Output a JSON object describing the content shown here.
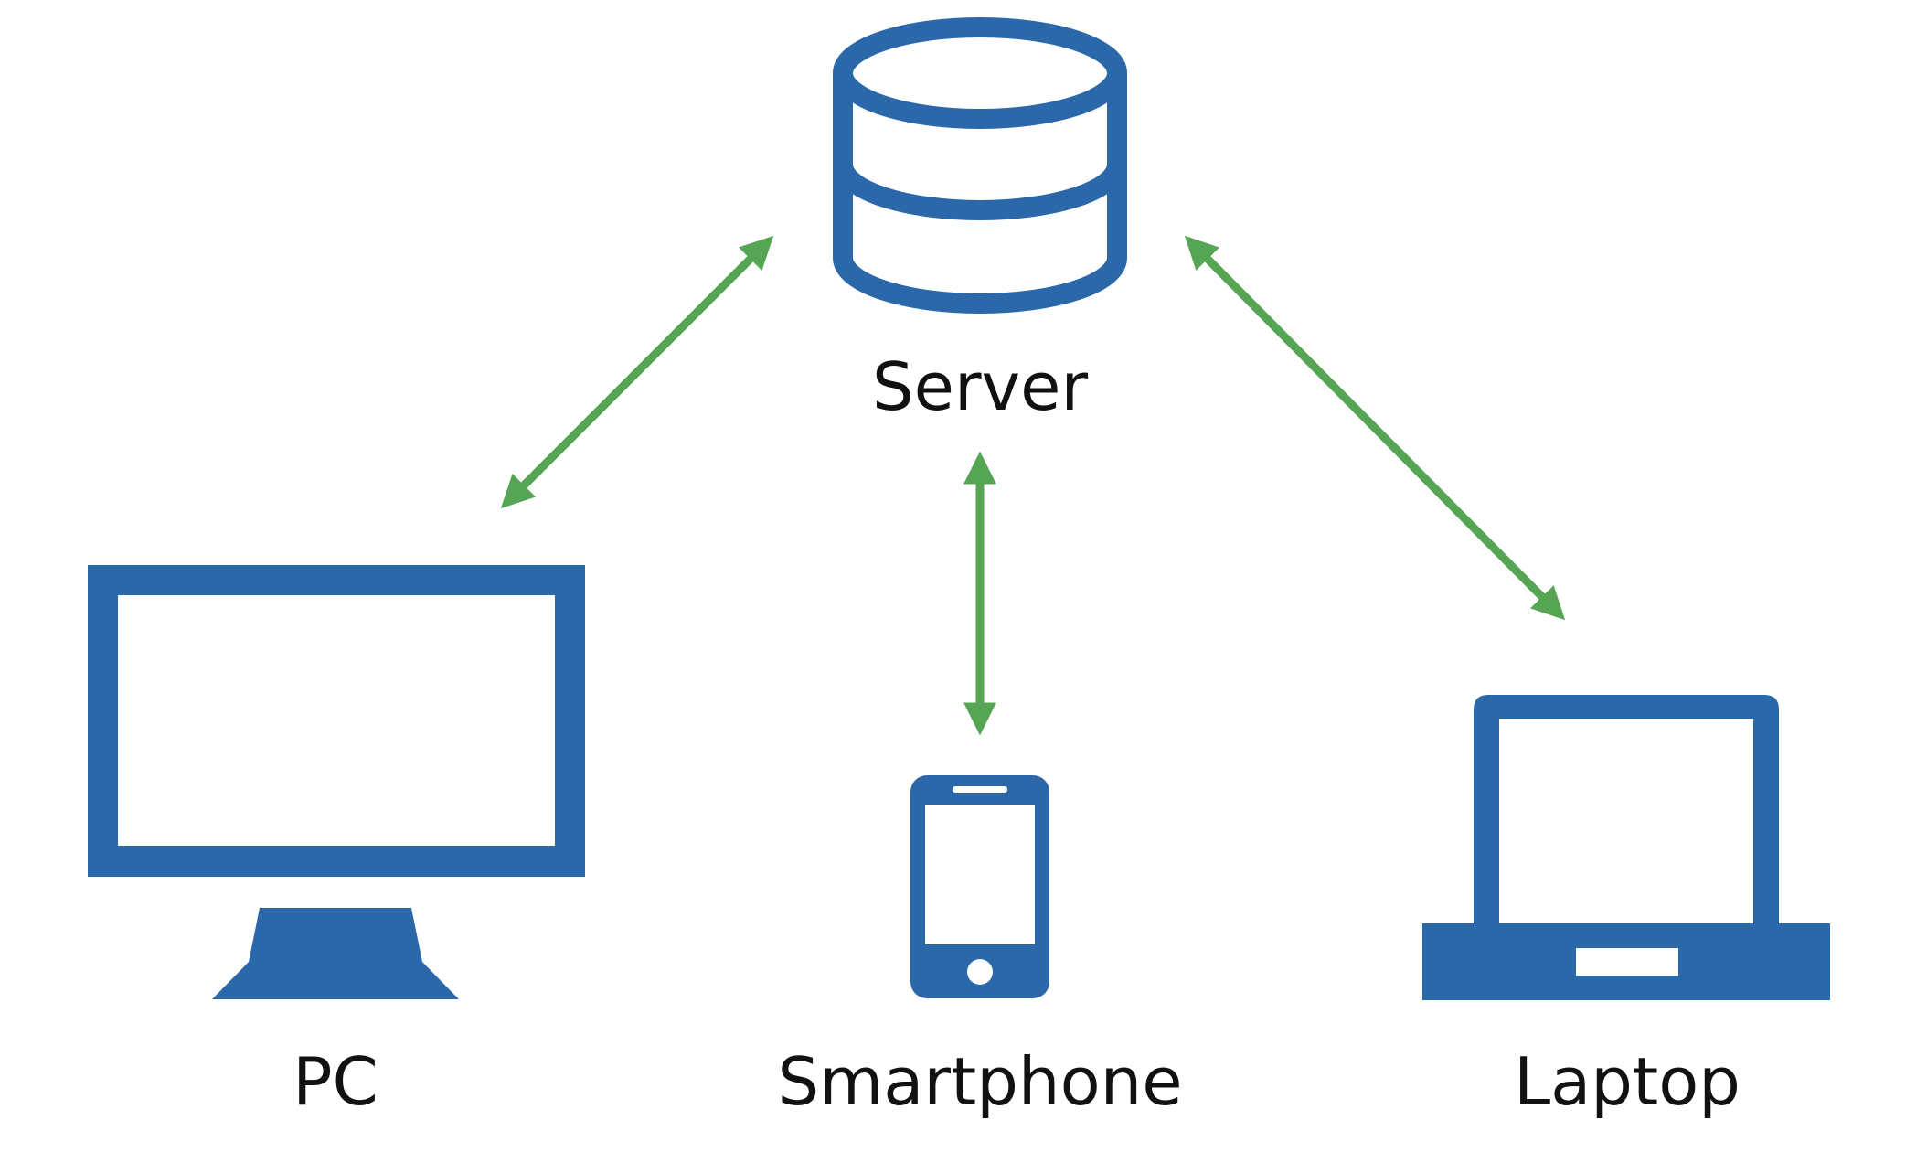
{
  "diagram": {
    "nodes": {
      "server": {
        "label": "Server",
        "icon": "database-icon"
      },
      "pc": {
        "label": "PC",
        "icon": "monitor-icon"
      },
      "smartphone": {
        "label": "Smartphone",
        "icon": "smartphone-icon"
      },
      "laptop": {
        "label": "Laptop",
        "icon": "laptop-icon"
      }
    },
    "connections": [
      {
        "from": "pc",
        "to": "server",
        "direction": "bidirectional"
      },
      {
        "from": "smartphone",
        "to": "server",
        "direction": "bidirectional"
      },
      {
        "from": "laptop",
        "to": "server",
        "direction": "bidirectional"
      }
    ],
    "colors": {
      "icon": "#2b68aa",
      "arrow": "#55a555",
      "text": "#111111",
      "background": "#ffffff"
    }
  }
}
